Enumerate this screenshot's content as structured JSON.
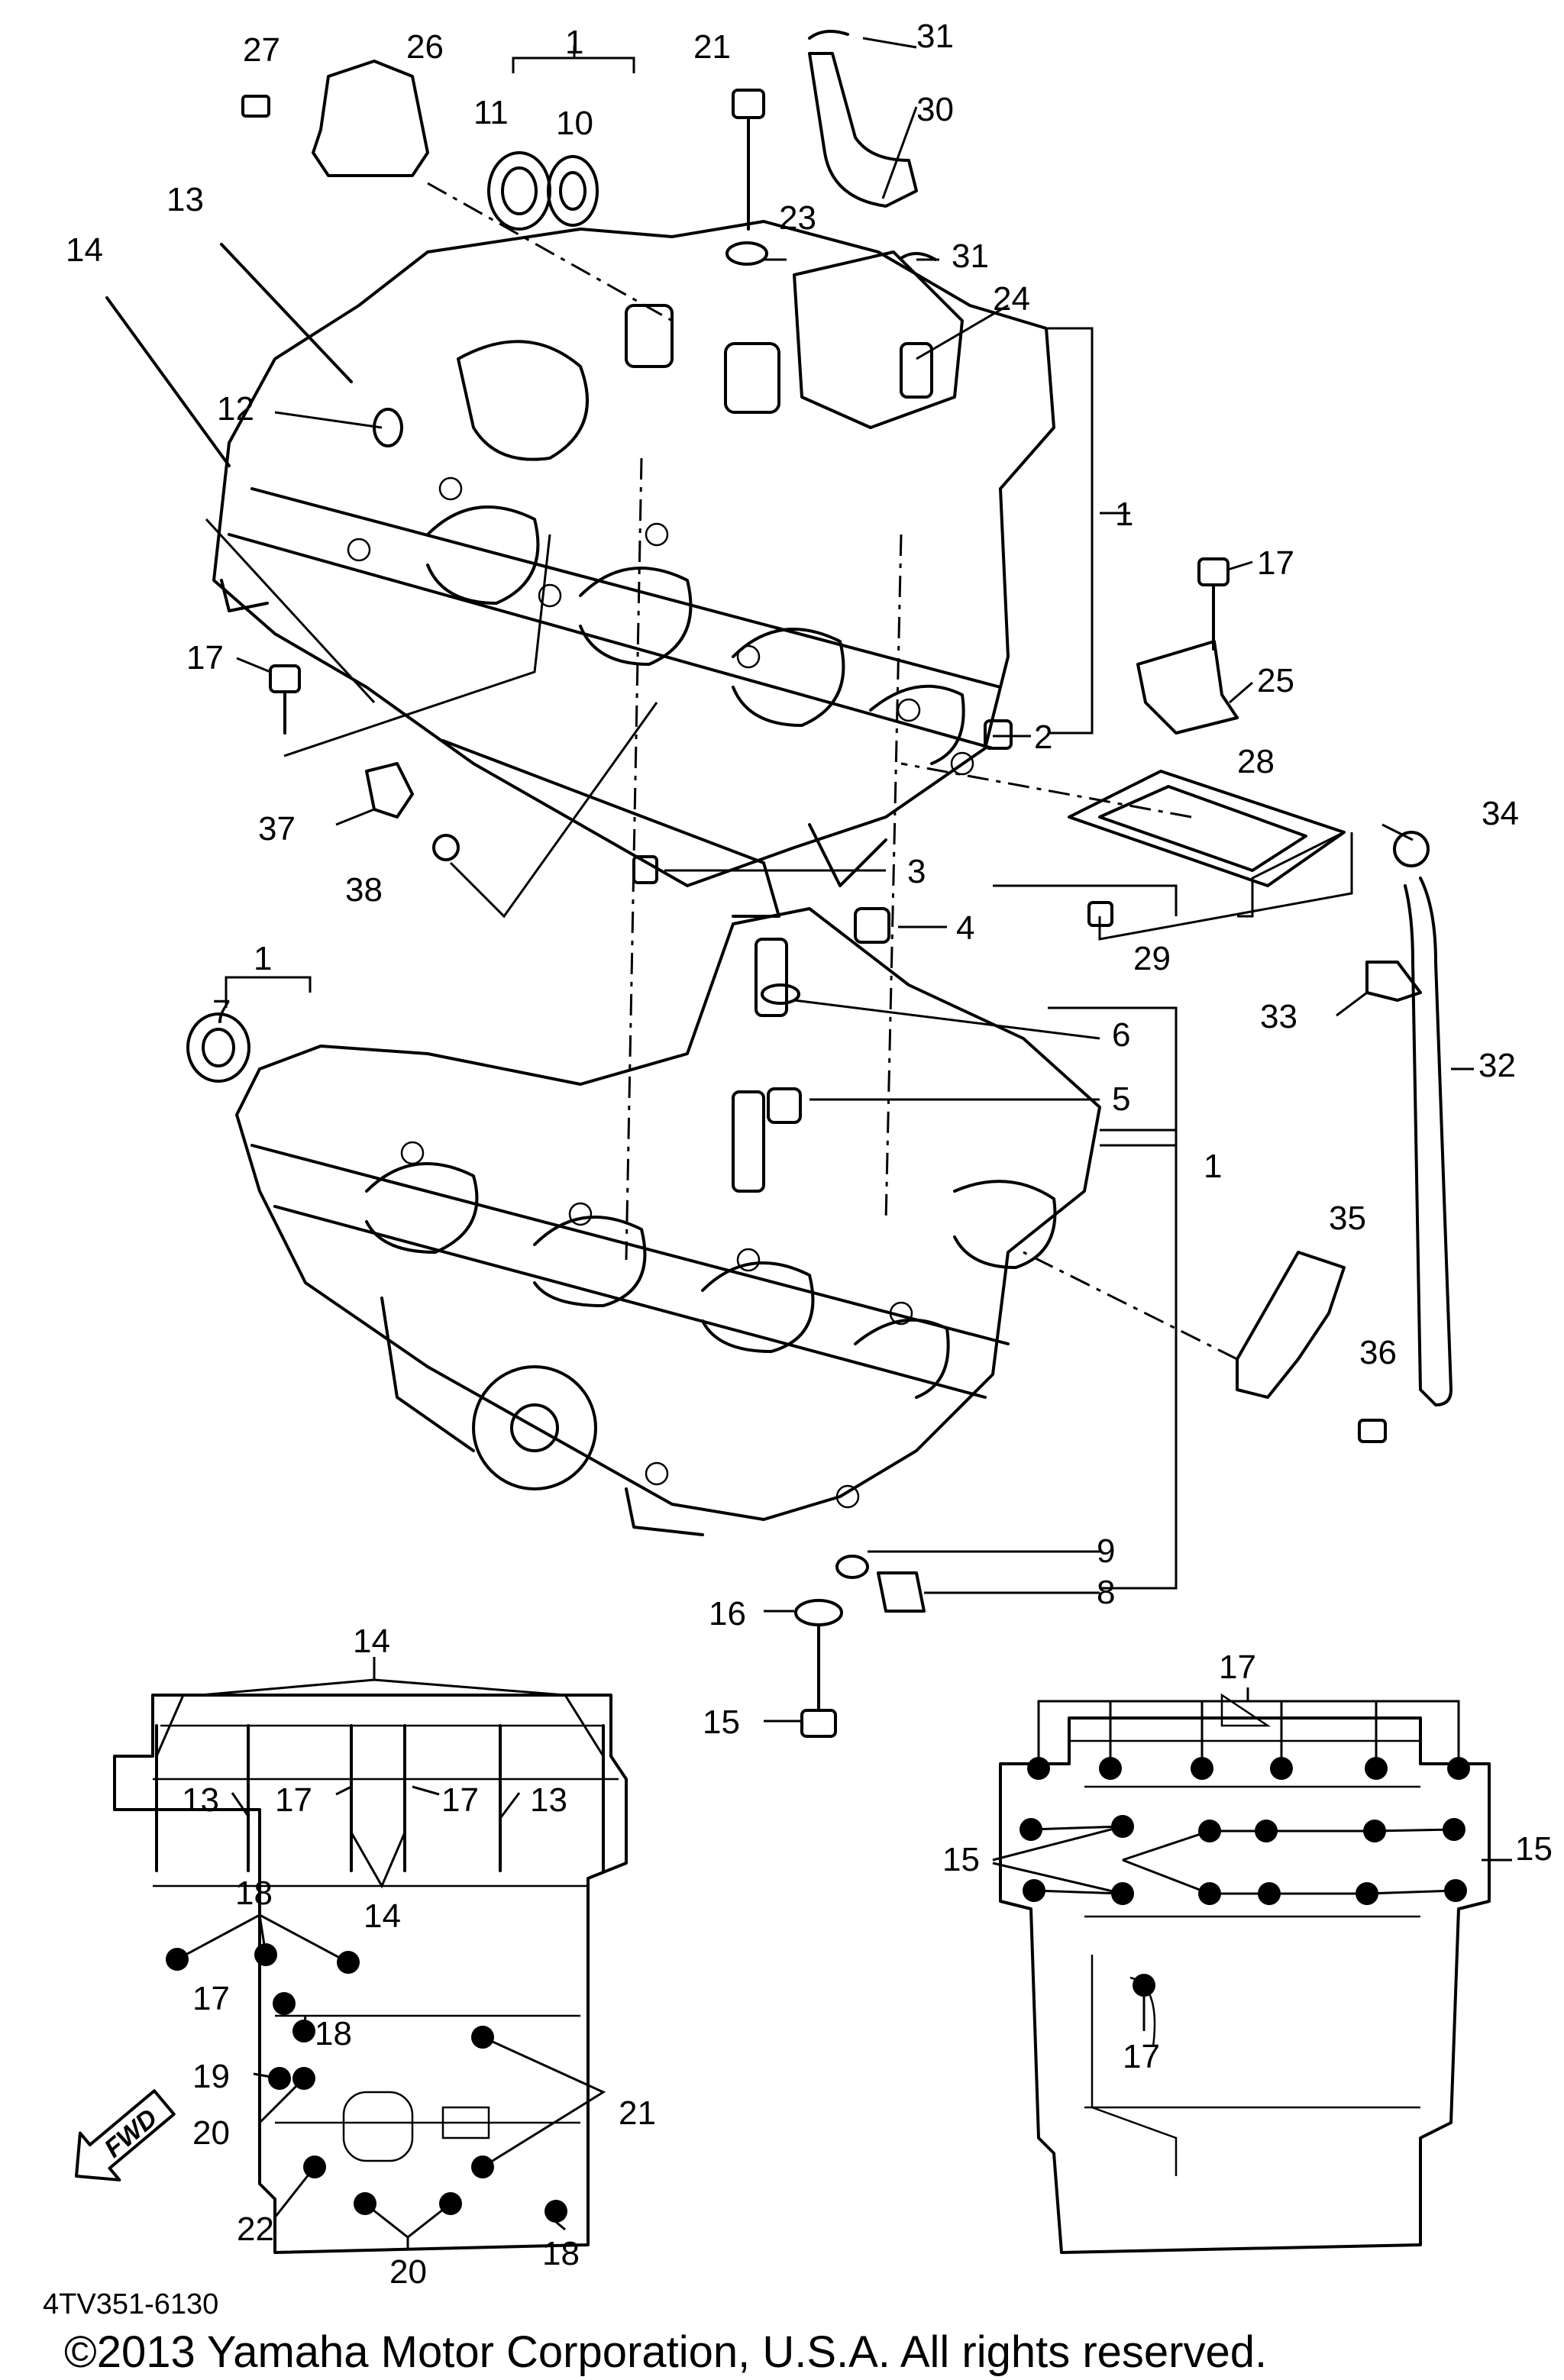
{
  "callouts": [
    {
      "id": "c1a",
      "text": "1"
    },
    {
      "id": "c10",
      "text": "10"
    },
    {
      "id": "c11",
      "text": "11"
    },
    {
      "id": "c26",
      "text": "26"
    },
    {
      "id": "c27",
      "text": "27"
    },
    {
      "id": "c21a",
      "text": "21"
    },
    {
      "id": "c31a",
      "text": "31"
    },
    {
      "id": "c30",
      "text": "30"
    },
    {
      "id": "c31b",
      "text": "31"
    },
    {
      "id": "c23",
      "text": "23"
    },
    {
      "id": "c24",
      "text": "24"
    },
    {
      "id": "c13a",
      "text": "13"
    },
    {
      "id": "c14a",
      "text": "14"
    },
    {
      "id": "c12",
      "text": "12"
    },
    {
      "id": "c1b",
      "text": "1"
    },
    {
      "id": "c17a",
      "text": "17"
    },
    {
      "id": "c25",
      "text": "25"
    },
    {
      "id": "c17b",
      "text": "17"
    },
    {
      "id": "c2",
      "text": "2"
    },
    {
      "id": "c28",
      "text": "28"
    },
    {
      "id": "c34",
      "text": "34"
    },
    {
      "id": "c37",
      "text": "37"
    },
    {
      "id": "c3",
      "text": "3"
    },
    {
      "id": "c38",
      "text": "38"
    },
    {
      "id": "c4",
      "text": "4"
    },
    {
      "id": "c29",
      "text": "29"
    },
    {
      "id": "c1c",
      "text": "1"
    },
    {
      "id": "c7",
      "text": "7"
    },
    {
      "id": "c33",
      "text": "33"
    },
    {
      "id": "c6",
      "text": "6"
    },
    {
      "id": "c32",
      "text": "32"
    },
    {
      "id": "c5",
      "text": "5"
    },
    {
      "id": "c1d",
      "text": "1"
    },
    {
      "id": "c35",
      "text": "35"
    },
    {
      "id": "c36",
      "text": "36"
    },
    {
      "id": "c9",
      "text": "9"
    },
    {
      "id": "c8",
      "text": "8"
    },
    {
      "id": "c16",
      "text": "16"
    },
    {
      "id": "c15a",
      "text": "15"
    },
    {
      "id": "c14b",
      "text": "14"
    },
    {
      "id": "c13b",
      "text": "13"
    },
    {
      "id": "c17c",
      "text": "17"
    },
    {
      "id": "c17d",
      "text": "17"
    },
    {
      "id": "c13c",
      "text": "13"
    },
    {
      "id": "c18a",
      "text": "18"
    },
    {
      "id": "c14c",
      "text": "14"
    },
    {
      "id": "c17e",
      "text": "17"
    },
    {
      "id": "c18b",
      "text": "18"
    },
    {
      "id": "c19",
      "text": "19"
    },
    {
      "id": "c20a",
      "text": "20"
    },
    {
      "id": "c21b",
      "text": "21"
    },
    {
      "id": "c22",
      "text": "22"
    },
    {
      "id": "c20b",
      "text": "20"
    },
    {
      "id": "c18c",
      "text": "18"
    },
    {
      "id": "c17f",
      "text": "17"
    },
    {
      "id": "c15b",
      "text": "15"
    },
    {
      "id": "c15c",
      "text": "15"
    },
    {
      "id": "c17g",
      "text": "17"
    }
  ],
  "fwd_label": "FWD",
  "diagram_code": "4TV351-6130",
  "copyright": "©2013 Yamaha Motor Corporation, U.S.A. All rights reserved."
}
